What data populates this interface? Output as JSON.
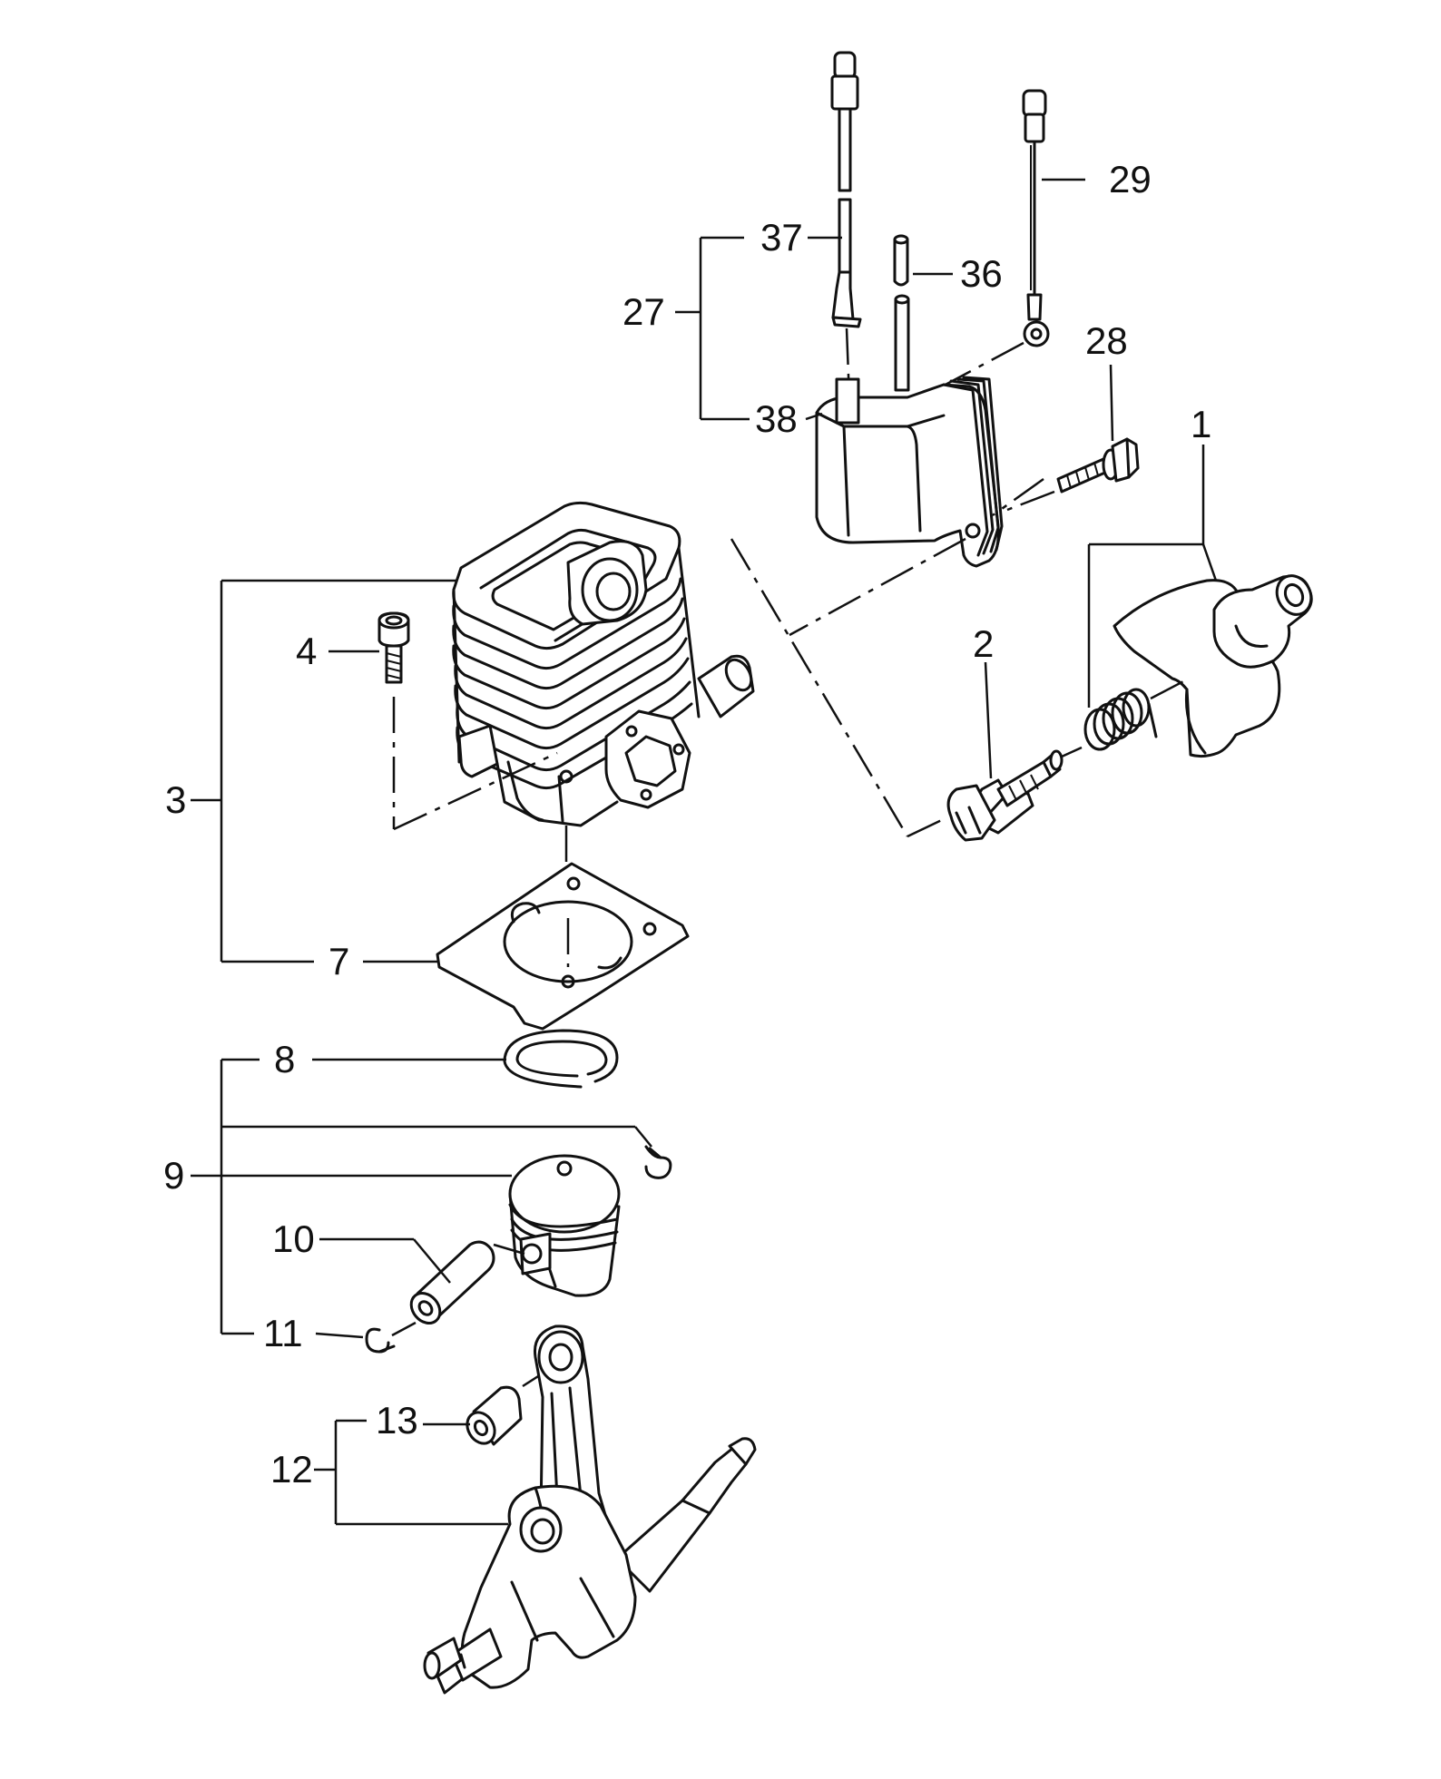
{
  "callouts": {
    "c1": "1",
    "c2": "2",
    "c3": "3",
    "c4": "4",
    "c7": "7",
    "c8": "8",
    "c9": "9",
    "c10": "10",
    "c11": "11",
    "c12": "12",
    "c13": "13",
    "c27": "27",
    "c28": "28",
    "c29": "29",
    "c36": "36",
    "c37": "37",
    "c38": "38"
  }
}
